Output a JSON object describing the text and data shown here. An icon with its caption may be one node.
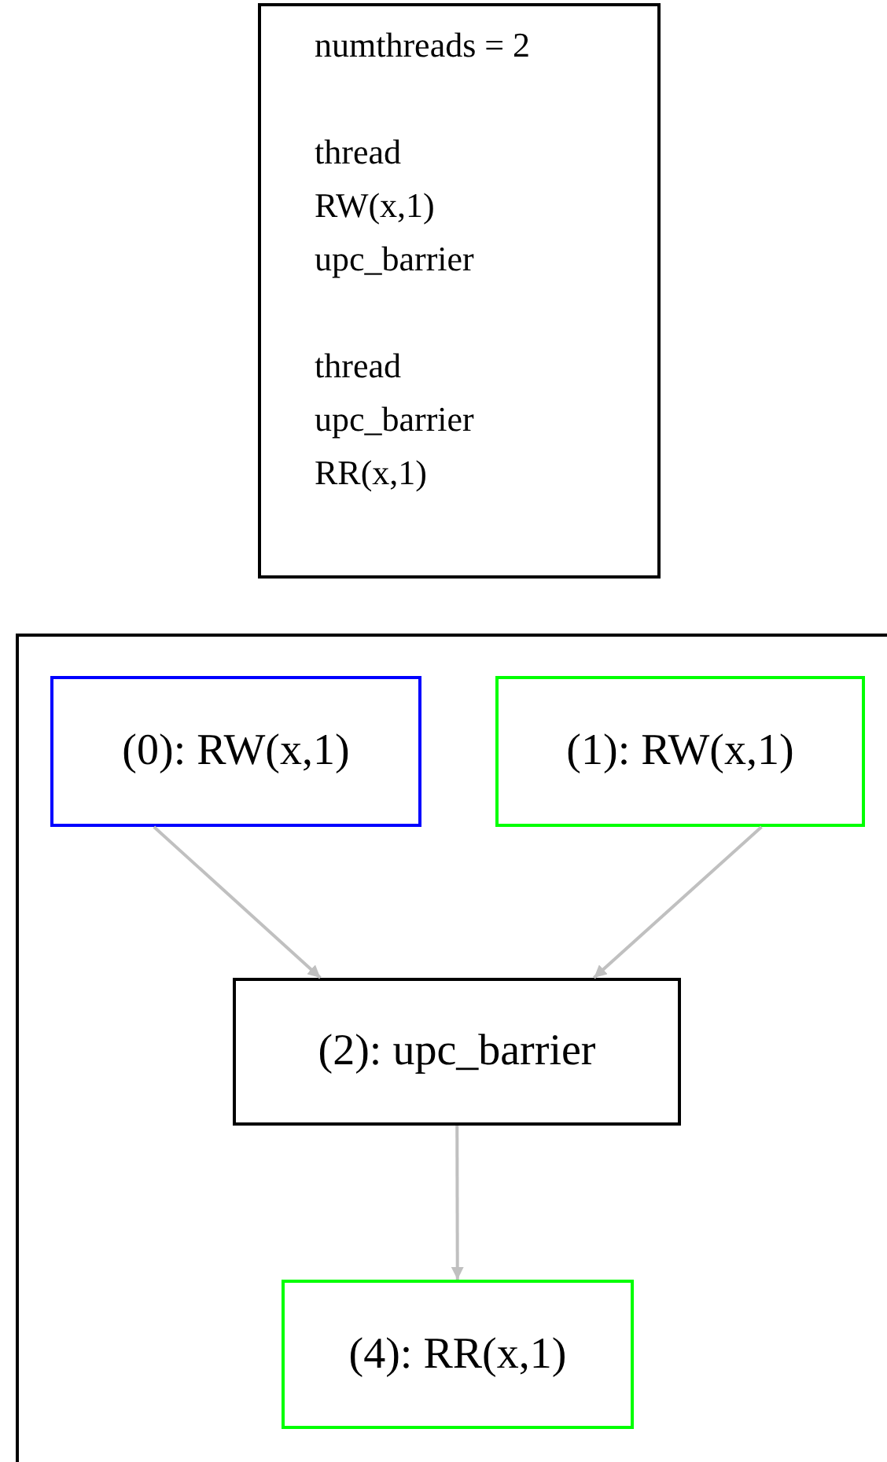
{
  "diagram": {
    "nodes": [
      {
        "text": [
          "numthreads = 2",
          "thread RW(x,1) upc_barrier",
          "thread upc_barrier RR(x,1)"
        ]
      },
      {
        "text": [],
        "shape": "box"
      },
      {
        "text": [
          "(0): RW(x,1)"
        ],
        "in": 1
      },
      {
        "text": [
          "(1): RW(x,1)"
        ],
        "in": 1
      },
      {
        "text": [
          "(2): upc_barrier"
        ],
        "in": 1
      },
      {
        "text": [
          "(4): RR(x,1)"
        ],
        "in": 1
      }
    ],
    "edges": [
      {
        "from": 2,
        "to": 4,
        "arrow": "to",
        "color": "#c0c0c0"
      },
      {
        "from": 3,
        "to": 4,
        "arrow": "to",
        "color": "#c0c0c0"
      },
      {
        "from": 4,
        "to": 5,
        "arrow": "to",
        "color": "#c0c0c0"
      }
    ]
  }
}
